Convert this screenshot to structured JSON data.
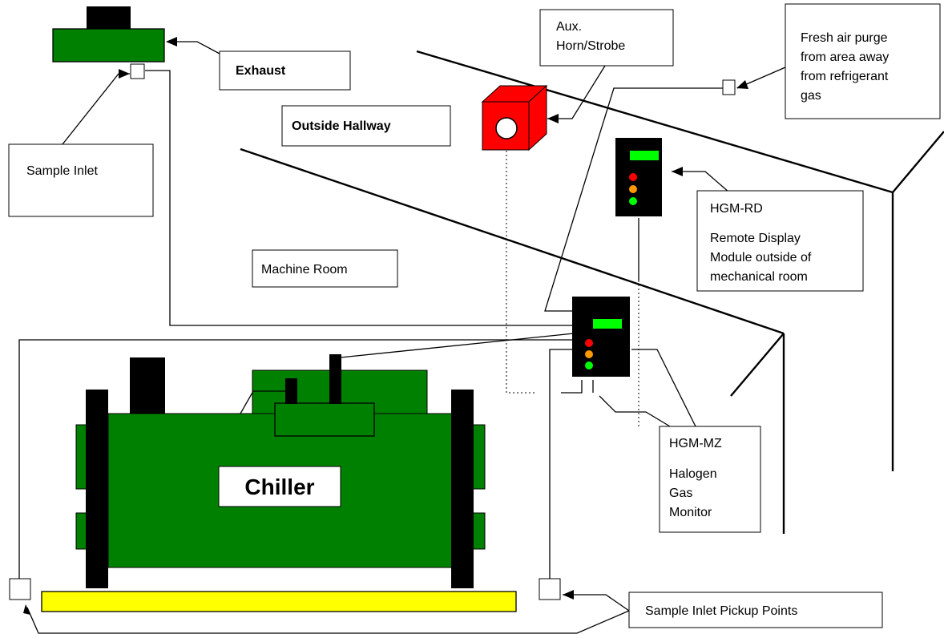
{
  "labels": {
    "exhaust": "Exhaust",
    "sample_inlet": "Sample Inlet",
    "outside_hallway": "Outside Hallway",
    "aux_line1": "Aux.",
    "aux_line2": "Horn/Strobe",
    "fresh_air": [
      "Fresh air purge",
      "from area away",
      "from refrigerant",
      "gas"
    ],
    "machine_room": "Machine Room",
    "hgm_rd_title": "HGM-RD",
    "hgm_rd_desc": [
      "Remote Display",
      "Module outside of",
      "mechanical room"
    ],
    "hgm_mz_title": "HGM-MZ",
    "hgm_mz_desc": [
      "Halogen",
      "Gas",
      "Monitor"
    ],
    "chiller": "Chiller",
    "pickup_points": "Sample Inlet Pickup Points"
  },
  "colors": {
    "equipment_green": "#008000",
    "monitor_black": "#000000",
    "display_green": "#00ff00",
    "led_red": "#ff0000",
    "led_orange": "#ff9900",
    "led_green": "#00ff00",
    "strobe_red": "#ff0000",
    "base_yellow": "#ffff00"
  }
}
